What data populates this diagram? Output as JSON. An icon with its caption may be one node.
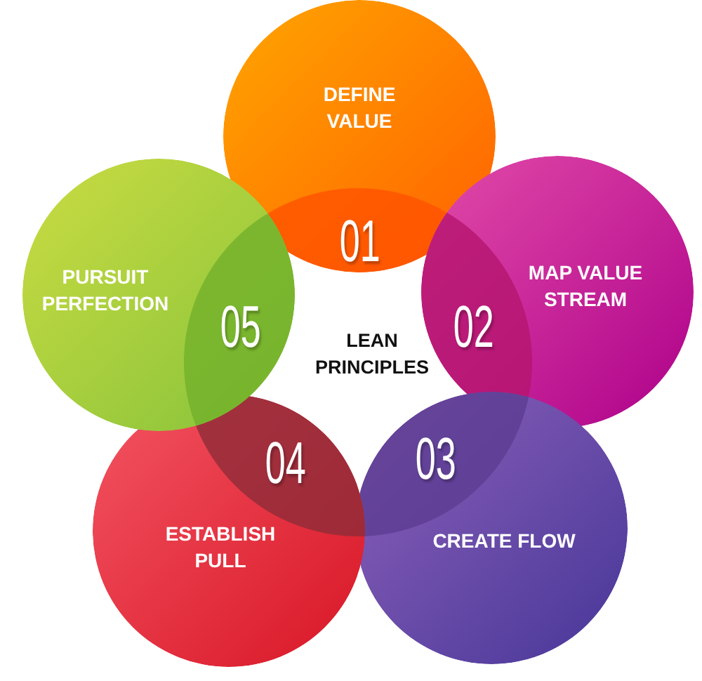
{
  "diagram": {
    "nodes": [
      {
        "text": [
          "DEFINE VALUE",
          "01"
        ]
      },
      {
        "text": [
          "MAP VALUE STREAM",
          "02"
        ]
      },
      {
        "text": [
          "03",
          "CREATE FLOW"
        ]
      },
      {
        "text": [
          "04",
          "ESTABLISH PULL"
        ]
      },
      {
        "text": [
          "PURSUIT PERFECTION",
          "05"
        ]
      }
    ],
    "edges": [],
    "labels": [
      "LEAN PRINCIPLES"
    ]
  }
}
